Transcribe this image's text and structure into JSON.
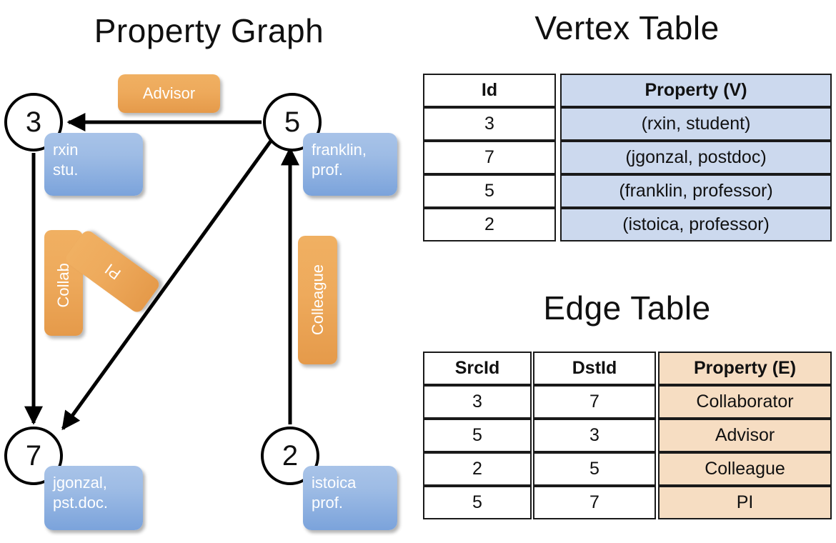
{
  "titles": {
    "property_graph": "Property Graph",
    "vertex_table": "Vertex Table",
    "edge_table": "Edge Table"
  },
  "graph": {
    "nodes": [
      {
        "id": "3",
        "property_line1": "rxin",
        "property_line2": "stu."
      },
      {
        "id": "5",
        "property_line1": "franklin,",
        "property_line2": "prof."
      },
      {
        "id": "7",
        "property_line1": "jgonzal,",
        "property_line2": "pst.doc."
      },
      {
        "id": "2",
        "property_line1": "istoica",
        "property_line2": "prof."
      }
    ],
    "edge_labels": {
      "advisor": "Advisor",
      "collab": "Collab.",
      "pi": "PI",
      "colleague": "Colleague"
    }
  },
  "vertex_table": {
    "headers": {
      "id": "Id",
      "property": "Property (V)"
    },
    "rows": [
      {
        "id": "3",
        "property": "(rxin, student)"
      },
      {
        "id": "7",
        "property": "(jgonzal, postdoc)"
      },
      {
        "id": "5",
        "property": "(franklin, professor)"
      },
      {
        "id": "2",
        "property": "(istoica, professor)"
      }
    ]
  },
  "edge_table": {
    "headers": {
      "src": "SrcId",
      "dst": "DstId",
      "property": "Property (E)"
    },
    "rows": [
      {
        "src": "3",
        "dst": "7",
        "property": "Collaborator"
      },
      {
        "src": "5",
        "dst": "3",
        "property": "Advisor"
      },
      {
        "src": "2",
        "dst": "5",
        "property": "Colleague"
      },
      {
        "src": "5",
        "dst": "7",
        "property": "PI"
      }
    ]
  },
  "colors": {
    "vertex_property_fill": "#ccd9ee",
    "edge_property_fill": "#f6ddc2",
    "node_box_blue": "#7ba3db",
    "edge_label_orange": "#eeaa5c"
  },
  "chart_data": {
    "type": "diagram",
    "title": "Property Graph",
    "vertices": [
      {
        "id": 3,
        "name": "rxin",
        "role": "student"
      },
      {
        "id": 7,
        "name": "jgonzal",
        "role": "postdoc"
      },
      {
        "id": 5,
        "name": "franklin",
        "role": "professor"
      },
      {
        "id": 2,
        "name": "istoica",
        "role": "professor"
      }
    ],
    "edges": [
      {
        "src": 3,
        "dst": 7,
        "label": "Collaborator"
      },
      {
        "src": 5,
        "dst": 3,
        "label": "Advisor"
      },
      {
        "src": 2,
        "dst": 5,
        "label": "Colleague"
      },
      {
        "src": 5,
        "dst": 7,
        "label": "PI"
      }
    ]
  }
}
